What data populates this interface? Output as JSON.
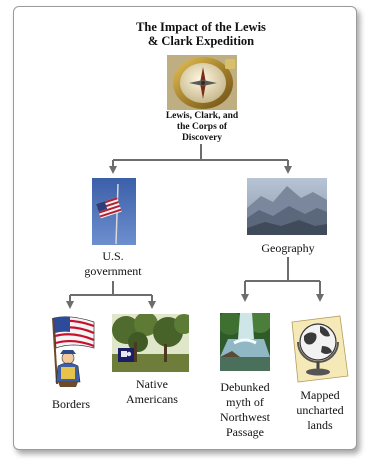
{
  "title_line1": "The Impact of the Lewis",
  "title_line2": "& Clark Expedition",
  "root": {
    "line1": "Lewis, Clark, and",
    "line2": "the Corps of",
    "line3": "Discovery",
    "icon": "compass-icon"
  },
  "branches": {
    "government": {
      "line1": "U.S.",
      "line2": "government",
      "icon": "us-flag-pole-icon"
    },
    "geography": {
      "label": "Geography",
      "icon": "mountains-icon"
    }
  },
  "leaves": {
    "borders": {
      "label": "Borders",
      "icon": "flag-bearer-icon"
    },
    "native": {
      "line1": "Native",
      "line2": "Americans",
      "icon": "forest-icon"
    },
    "myth": {
      "line1": "Debunked",
      "line2": "myth of",
      "line3": "Northwest",
      "line4": "Passage",
      "icon": "waterfall-icon"
    },
    "lands": {
      "line1": "Mapped",
      "line2": "uncharted",
      "line3": "lands",
      "icon": "globe-icon"
    }
  },
  "colors": {
    "connector": "#6d6d6d",
    "border": "#9b9b9b"
  }
}
